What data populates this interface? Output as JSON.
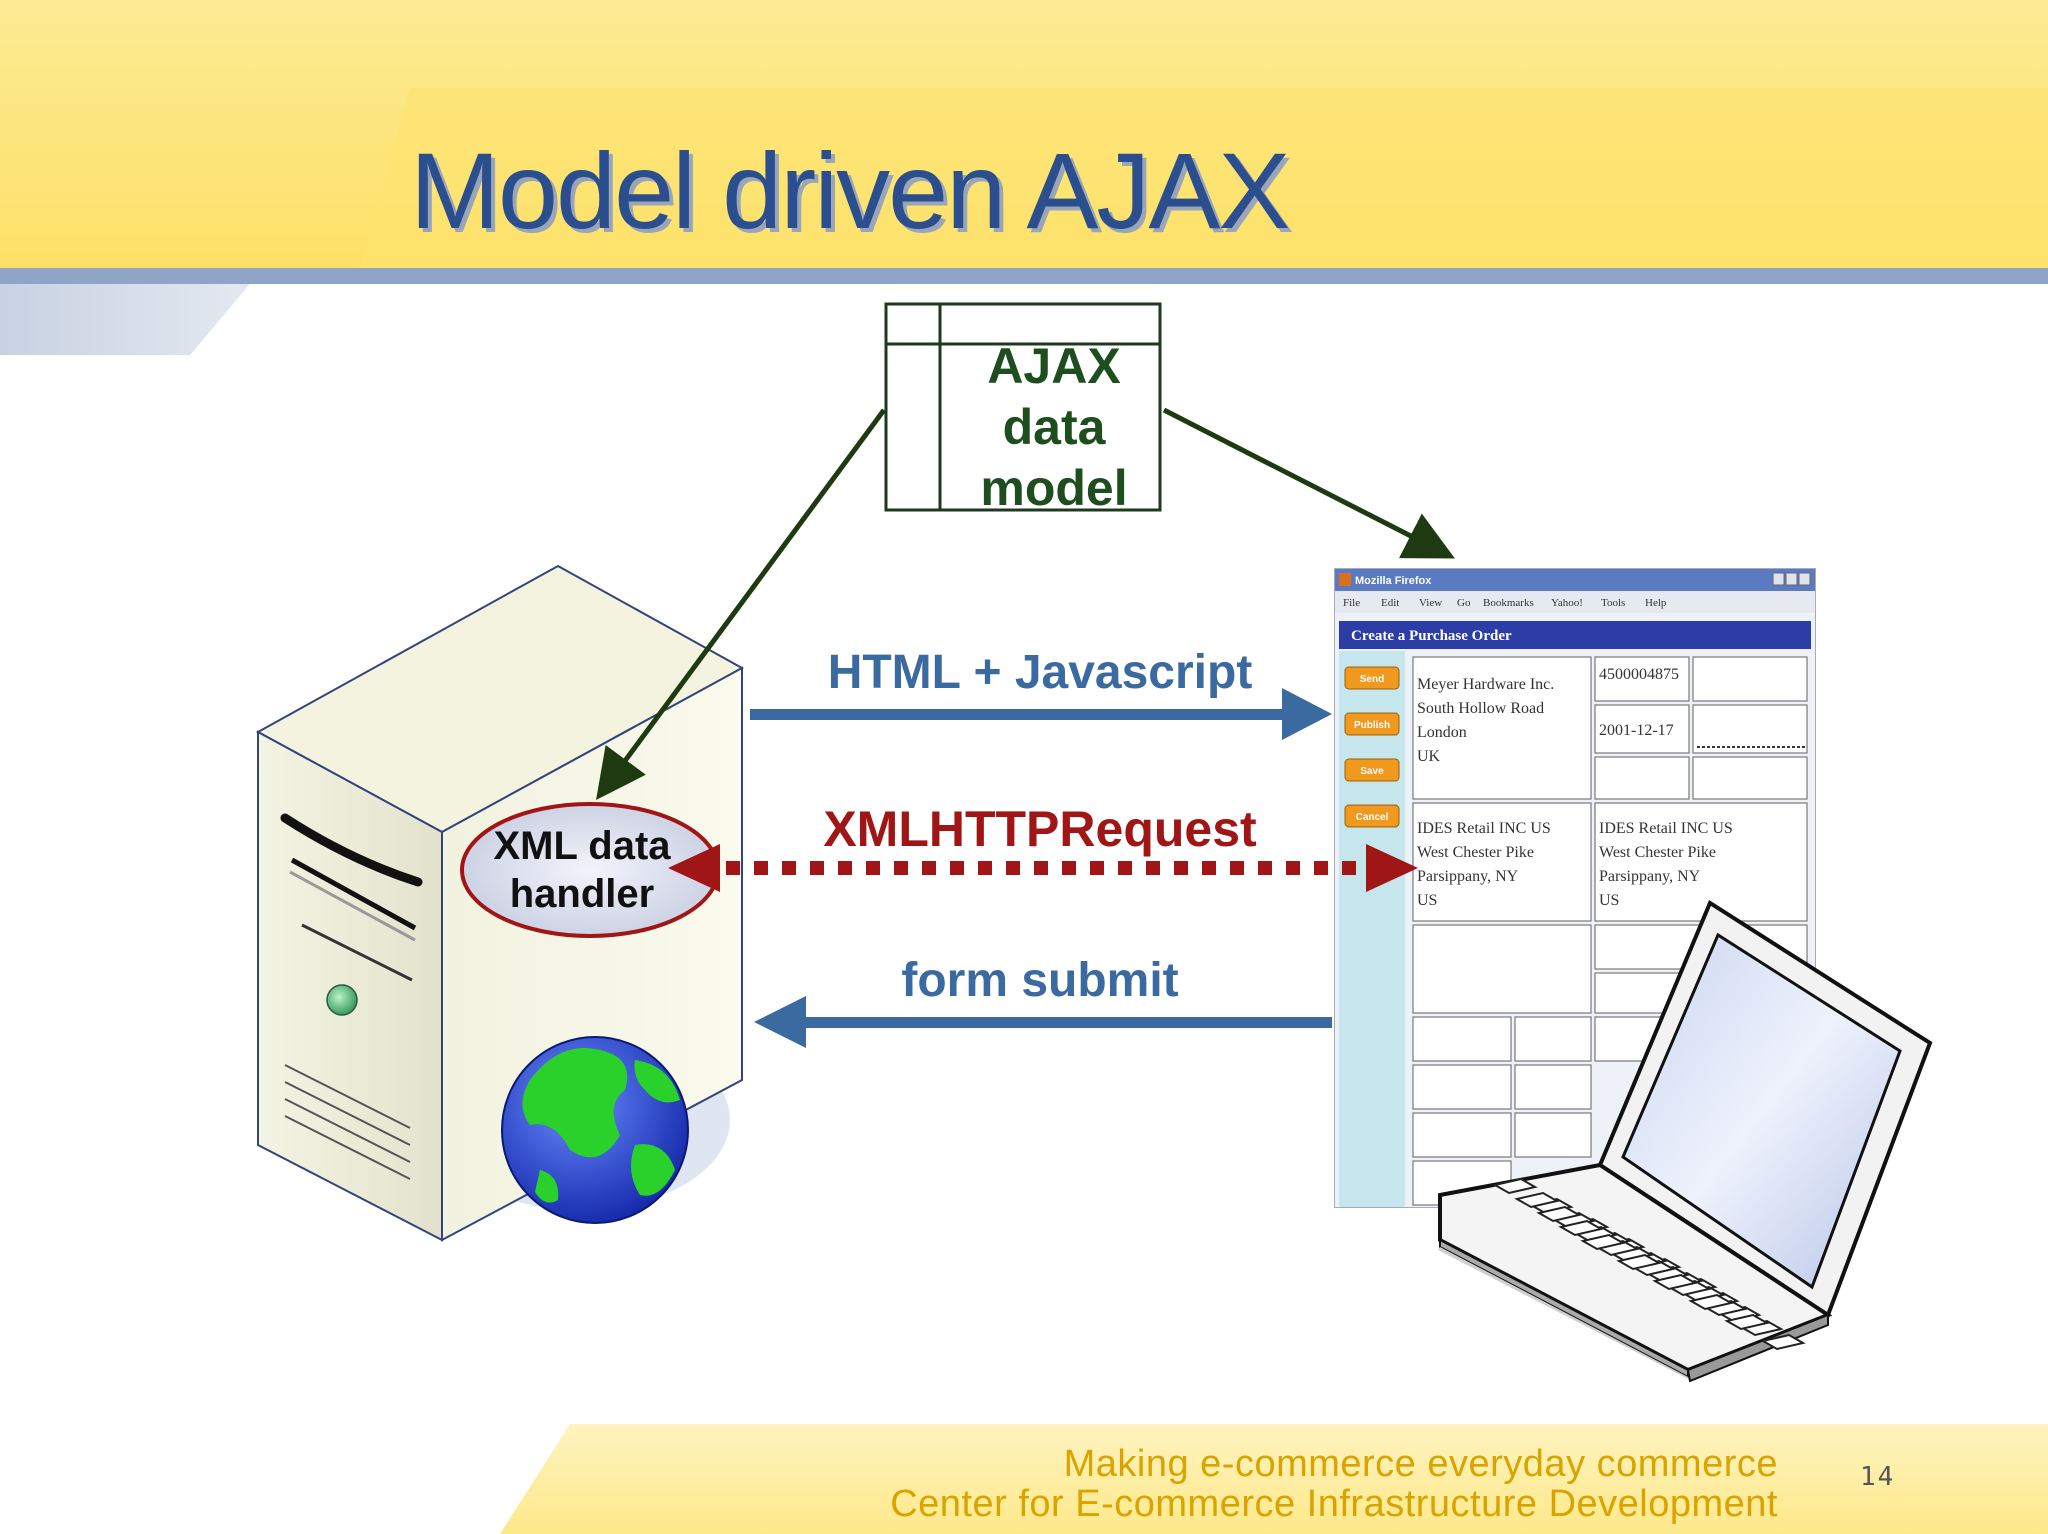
{
  "slide": {
    "title": "Model driven AJAX",
    "page_number": "14"
  },
  "diagram": {
    "data_model_label": "AJAX data model",
    "handler_label_line1": "XML data",
    "handler_label_line2": "handler",
    "arrows": {
      "html_js": "HTML + Javascript",
      "xhr": "XMLHTTPRequest",
      "form_submit": "form submit"
    }
  },
  "browser": {
    "window_title": "Mozilla Firefox",
    "menu": [
      "File",
      "Edit",
      "View",
      "Go",
      "Bookmarks",
      "Yahoo!",
      "Tools",
      "Help"
    ],
    "page_header": "Create a Purchase Order",
    "buttons": [
      "Send",
      "Publish",
      "Save",
      "Cancel"
    ],
    "seller": [
      "Meyer Hardware Inc.",
      "South Hollow Road",
      "London",
      "UK"
    ],
    "order_number": "4500004875",
    "date": "2001-12-17",
    "consignee": [
      "IDES Retail INC US",
      "West Chester Pike",
      "Parsippany, NY",
      "US"
    ],
    "buyer": [
      "IDES Retail INC US",
      "West Chester Pike",
      "Parsippany, NY",
      "US"
    ]
  },
  "footer": {
    "line1": "Making e-commerce everyday commerce",
    "line2": "Center for E-commerce Infrastructure Development"
  },
  "colors": {
    "banner_yellow": "#fce57a",
    "title_blue": "#2b4f8e",
    "arrow_blue": "#3b6aa0",
    "xhr_red": "#a01616",
    "model_green": "#1e4d1e",
    "footer_gold": "#d9a400"
  }
}
